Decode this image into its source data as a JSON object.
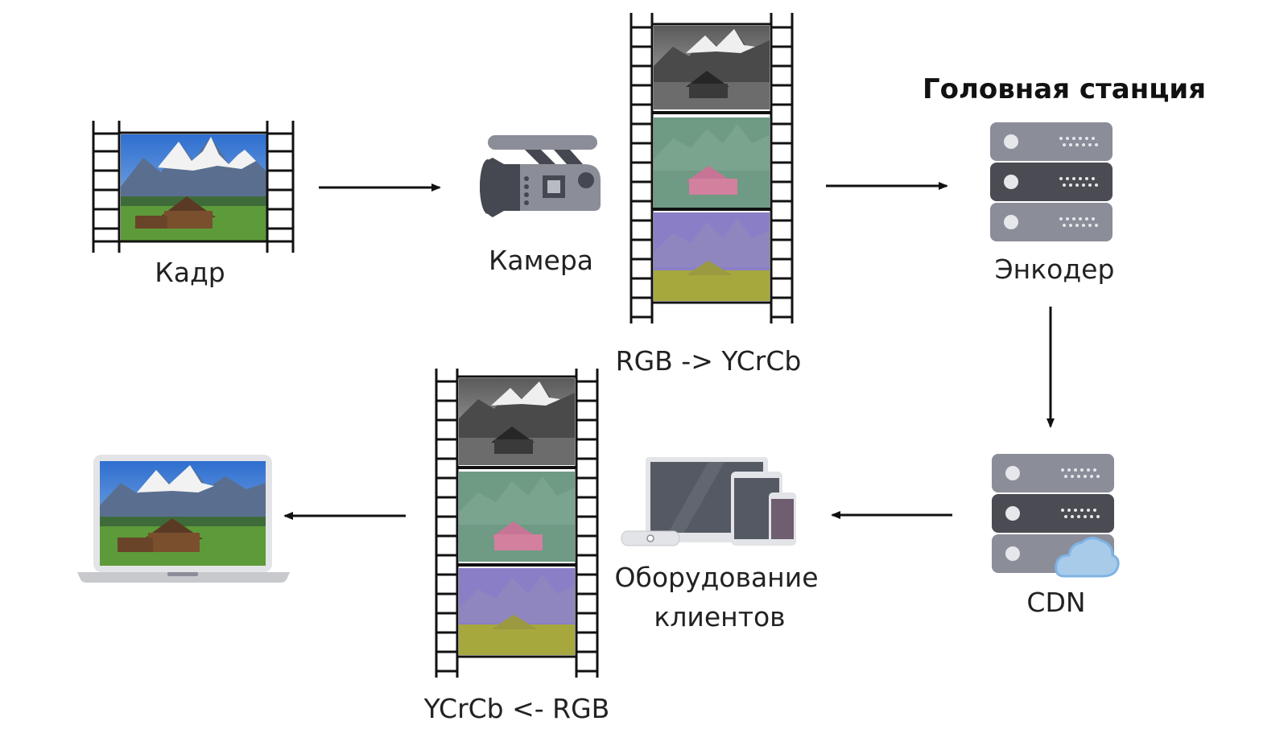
{
  "diagram": {
    "head_station_title": "Головная станция",
    "nodes": {
      "frame": {
        "label": "Кадр",
        "icon": "film-frame-icon"
      },
      "camera": {
        "label": "Камера",
        "icon": "video-camera-icon"
      },
      "convert_top": {
        "label": "RGB -> YCrCb",
        "icon": "film-strip-icon"
      },
      "encoder": {
        "label": "Энкодер",
        "icon": "server-icon"
      },
      "cdn": {
        "label": "CDN",
        "icon": "server-cloud-icon"
      },
      "client_devices": {
        "label_line1": "Оборудование",
        "label_line2": "клиентов",
        "icon": "devices-icon"
      },
      "convert_bottom": {
        "label": "YCrCb <- RGB",
        "icon": "film-strip-icon"
      },
      "laptop": {
        "icon": "laptop-icon"
      }
    },
    "colors": {
      "server_light": "#8b8d98",
      "server_dark": "#4a4b53",
      "camera_dark": "#454850",
      "camera_light": "#8b8d98",
      "cloud": "#a8cbea",
      "cloud_stroke": "#7fb3e3",
      "y_channel": "#7a7a7a",
      "cr_channel": "#6f9a84",
      "cb_channel": "#8a7fc7"
    }
  }
}
